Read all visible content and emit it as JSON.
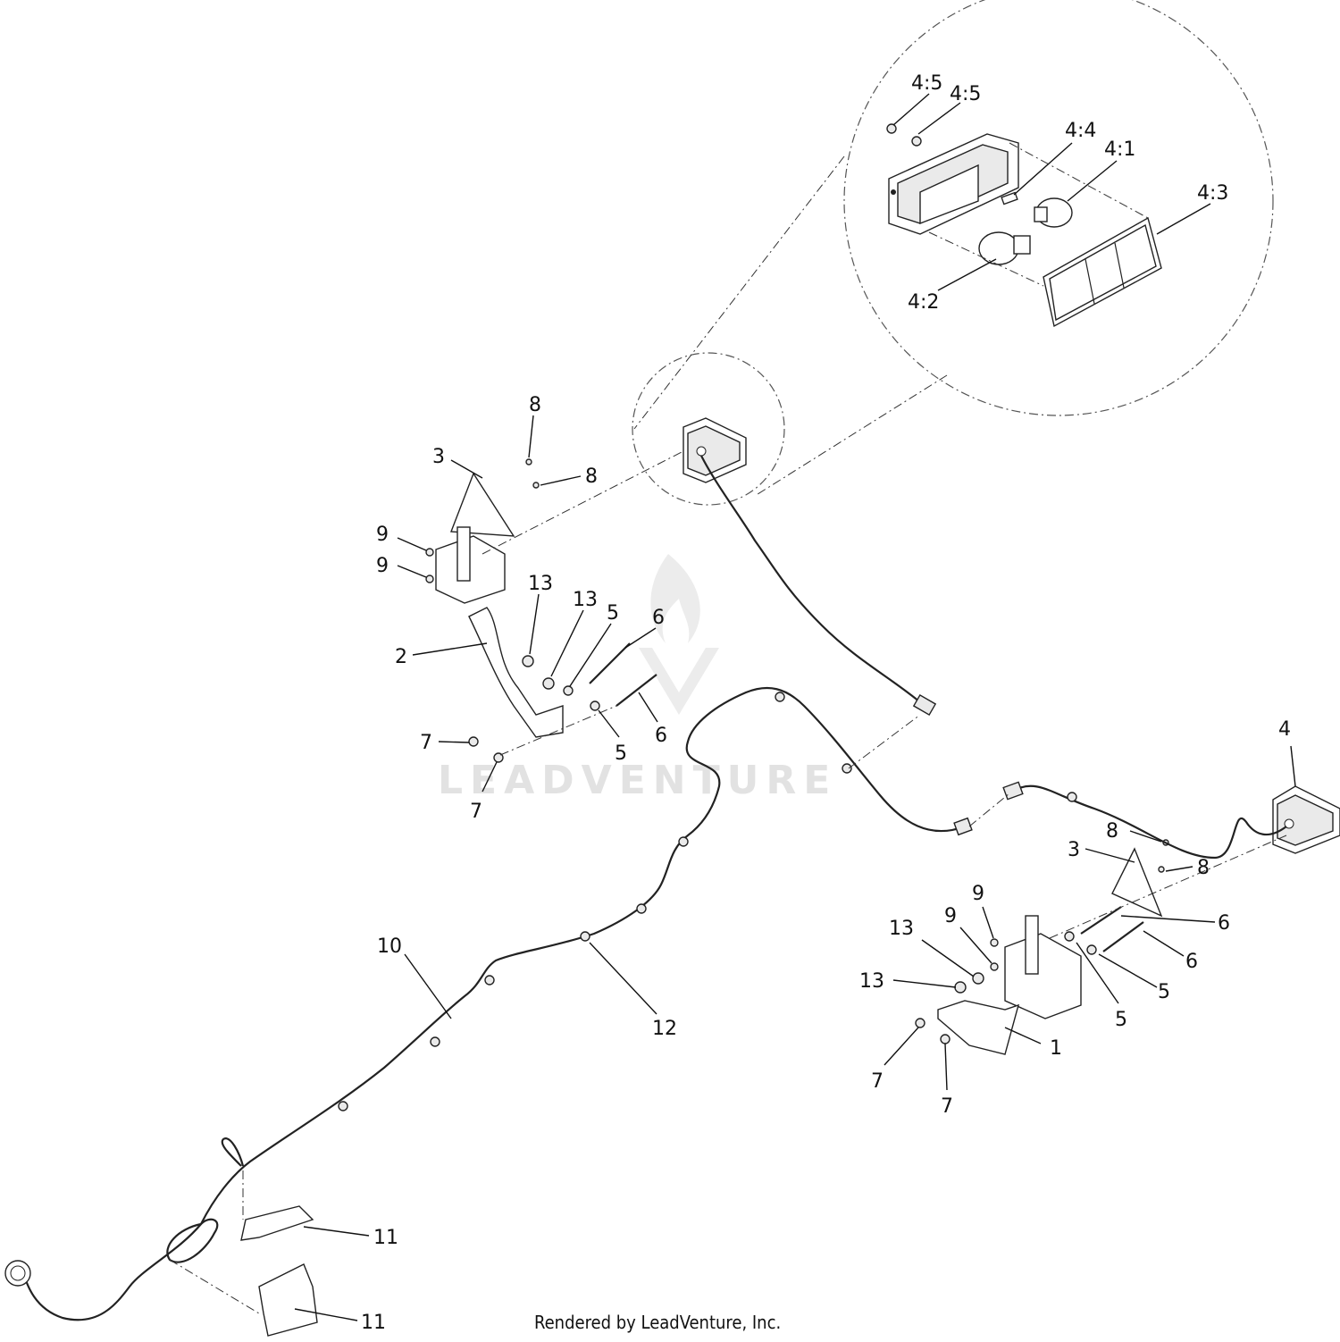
{
  "callouts": {
    "c4_5a": "4:5",
    "c4_5b": "4:5",
    "c4_4": "4:4",
    "c4_1": "4:1",
    "c4_3": "4:3",
    "c4_2": "4:2",
    "c8a": "8",
    "c3a": "3",
    "c8b": "8",
    "c9a": "9",
    "c9b": "9",
    "c13a": "13",
    "c13b": "13",
    "c5a": "5",
    "c6a": "6",
    "c2": "2",
    "c7a": "7",
    "c5b": "5",
    "c6b": "6",
    "c7b": "7",
    "c4": "4",
    "c8c": "8",
    "c3b": "3",
    "c8d": "8",
    "c9c": "9",
    "c9d": "9",
    "c13c": "13",
    "c6c": "6",
    "c6d": "6",
    "c13d": "13",
    "c5c": "5",
    "c5d": "5",
    "c1": "1",
    "c7c": "7",
    "c7d": "7",
    "c10": "10",
    "c12": "12",
    "c11a": "11",
    "c11b": "11"
  },
  "watermark": "LEADVENTURE",
  "footer": "Rendered by LeadVenture, Inc."
}
